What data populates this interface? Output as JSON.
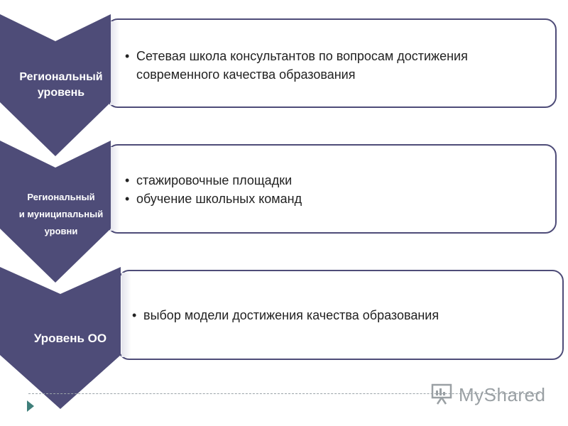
{
  "levels": [
    {
      "label_line1": "Региональный",
      "label_line2": "уровень",
      "bullets": [
        "Сетевая школа консультантов по вопросам достижения современного качества образования"
      ]
    },
    {
      "label_line1": "Региональный",
      "label_line2": "и муниципальный",
      "label_line3": "уровни",
      "bullets": [
        "стажировочные площадки",
        "обучение школьных команд"
      ]
    },
    {
      "label_line1": "Уровень ОО",
      "bullets": [
        "выбор модели достижения качества образования"
      ]
    }
  ],
  "watermark": {
    "text": "MyShared",
    "icon": "presentation-board-icon"
  },
  "colors": {
    "chevron": "#4e4c78",
    "card_border": "#4e4c78",
    "text": "#222222"
  }
}
